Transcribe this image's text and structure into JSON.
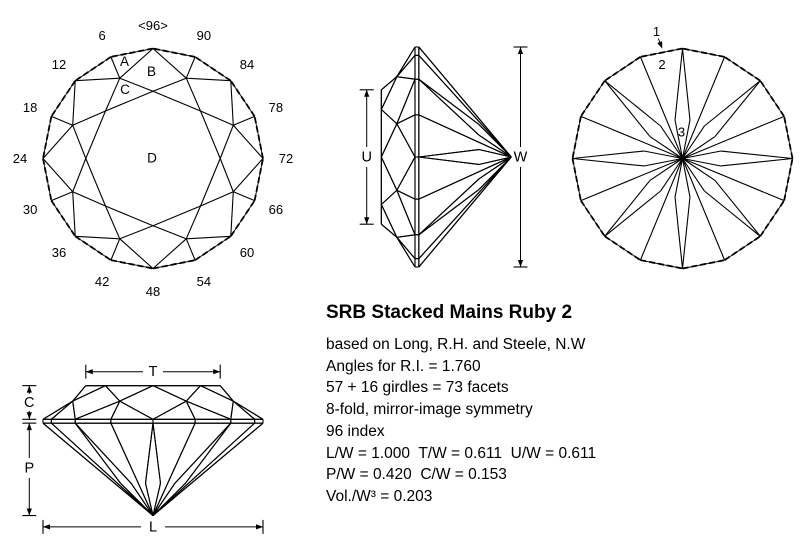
{
  "title_block": {
    "title": "SRB Stacked Mains Ruby 2",
    "lines": [
      "based on Long, R.H. and Steele, N.W",
      "Angles for R.I. = 1.760",
      "57 + 16 girdles = 73 facets",
      "8-fold, mirror-image symmetry",
      "96 index",
      "L/W = 1.000  T/W = 0.611  U/W = 0.611",
      "P/W = 0.420  C/W = 0.153",
      "Vol./W³ = 0.203"
    ]
  },
  "proportions": {
    "L_W": 1.0,
    "T_W": 0.611,
    "U_W": 0.611,
    "P_W": 0.42,
    "C_W": 0.153,
    "Vol_W3": 0.203,
    "index_gear": 96,
    "girdle_facets": 16,
    "total_facets": 73
  },
  "crown_view": {
    "top_index_label": "<96>",
    "index_labels": [
      "6",
      "12",
      "18",
      "24",
      "30",
      "36",
      "42",
      "48",
      "54",
      "60",
      "66",
      "72",
      "78",
      "84",
      "90"
    ],
    "facet_labels": {
      "A": "A",
      "B": "B",
      "C": "C",
      "D": "D"
    }
  },
  "pavilion_view": {
    "facet_labels": {
      "n1": "1",
      "n2": "2",
      "n3": "3"
    }
  },
  "dimension_labels": {
    "T": "T",
    "C": "C",
    "P": "P",
    "L": "L",
    "U": "U",
    "W": "W"
  },
  "colors": {
    "line": "#000000",
    "background": "#ffffff"
  }
}
